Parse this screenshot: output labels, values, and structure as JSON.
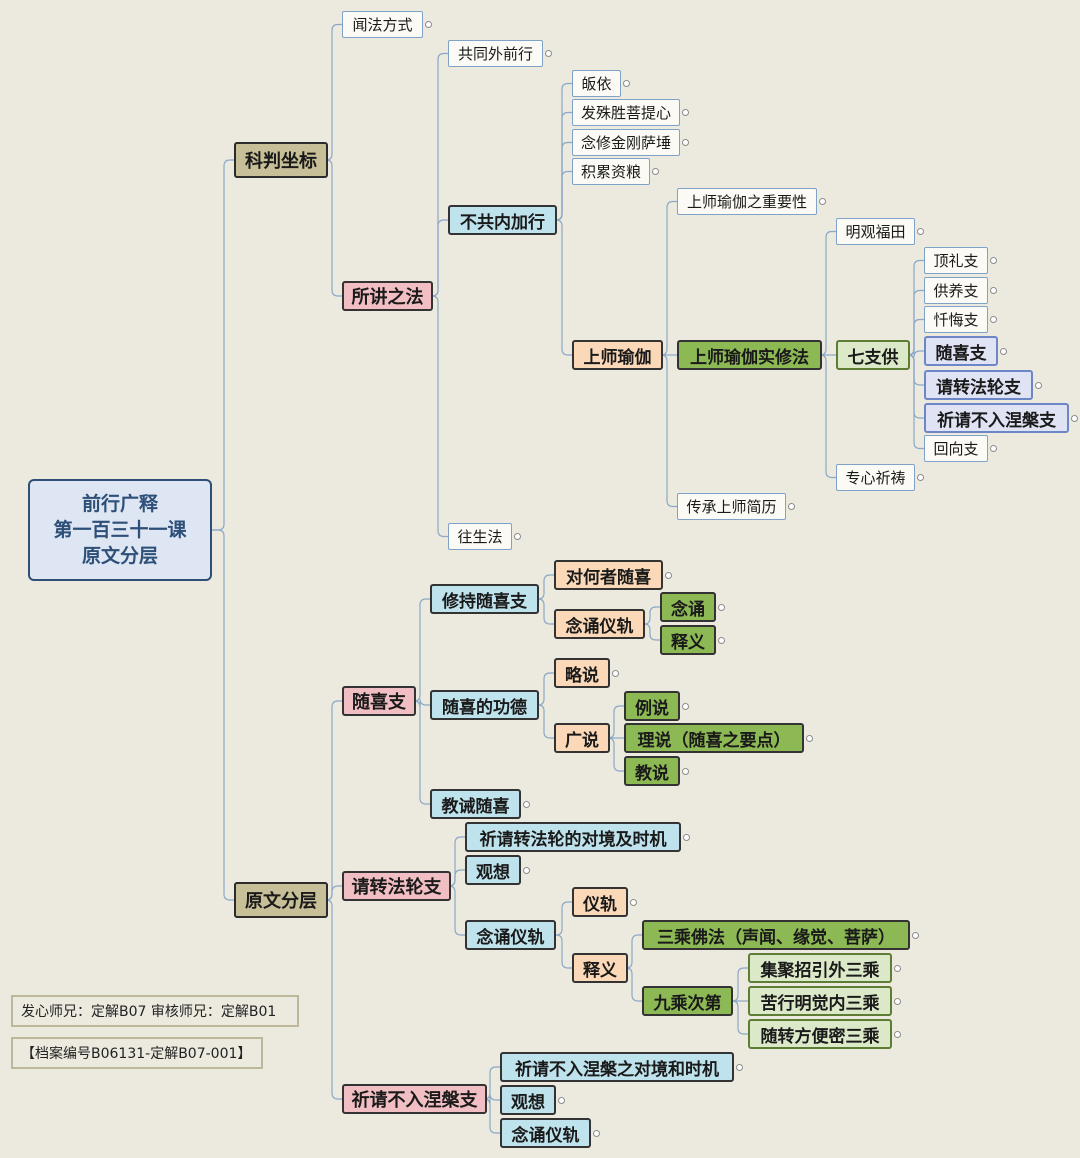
{
  "root": {
    "line1": "前行广释",
    "line2": "第一百三十一课",
    "line3": "原文分层"
  },
  "nodes": {
    "n1": "科判坐标",
    "n2": "闻法方式",
    "n3": "所讲之法",
    "n4": "共同外前行",
    "n5": "不共内加行",
    "n6": "皈依",
    "n7": "发殊胜菩提心",
    "n8": "念修金刚萨埵",
    "n9": "积累资粮",
    "n10": "上师瑜伽",
    "n11": "上师瑜伽之重要性",
    "n12": "上师瑜伽实修法",
    "n13": "传承上师简历",
    "n14": "明观福田",
    "n15": "七支供",
    "n16": "专心祈祷",
    "n17": "顶礼支",
    "n18": "供养支",
    "n19": "忏悔支",
    "n20": "随喜支",
    "n21": "请转法轮支",
    "n22": "祈请不入涅槃支",
    "n23": "回向支",
    "n24": "往生法",
    "n25": "原文分层",
    "n26": "随喜支",
    "n27": "修持随喜支",
    "n28": "对何者随喜",
    "n29": "念诵仪轨",
    "n30": "念诵",
    "n31": "释义",
    "n32": "随喜的功德",
    "n33": "略说",
    "n34": "广说",
    "n35": "例说",
    "n36": "理说（随喜之要点）",
    "n37": "教说",
    "n38": "教诫随喜",
    "n39": "请转法轮支",
    "n40": "祈请转法轮的对境及时机",
    "n41": "观想",
    "n42": "念诵仪轨",
    "n43": "仪轨",
    "n44": "释义",
    "n45": "三乘佛法（声闻、缘觉、菩萨）",
    "n46": "九乘次第",
    "n47": "集聚招引外三乘",
    "n48": "苦行明觉内三乘",
    "n49": "随转方便密三乘",
    "n50": "祈请不入涅槃支",
    "n51": "祈请不入涅槃之对境和时机",
    "n52": "观想",
    "n53": "念诵仪轨"
  },
  "credits": {
    "line1": "发心师兄：定解B07    审核师兄：定解B01",
    "line2": "【档案编号B06131-定解B07-001】"
  }
}
